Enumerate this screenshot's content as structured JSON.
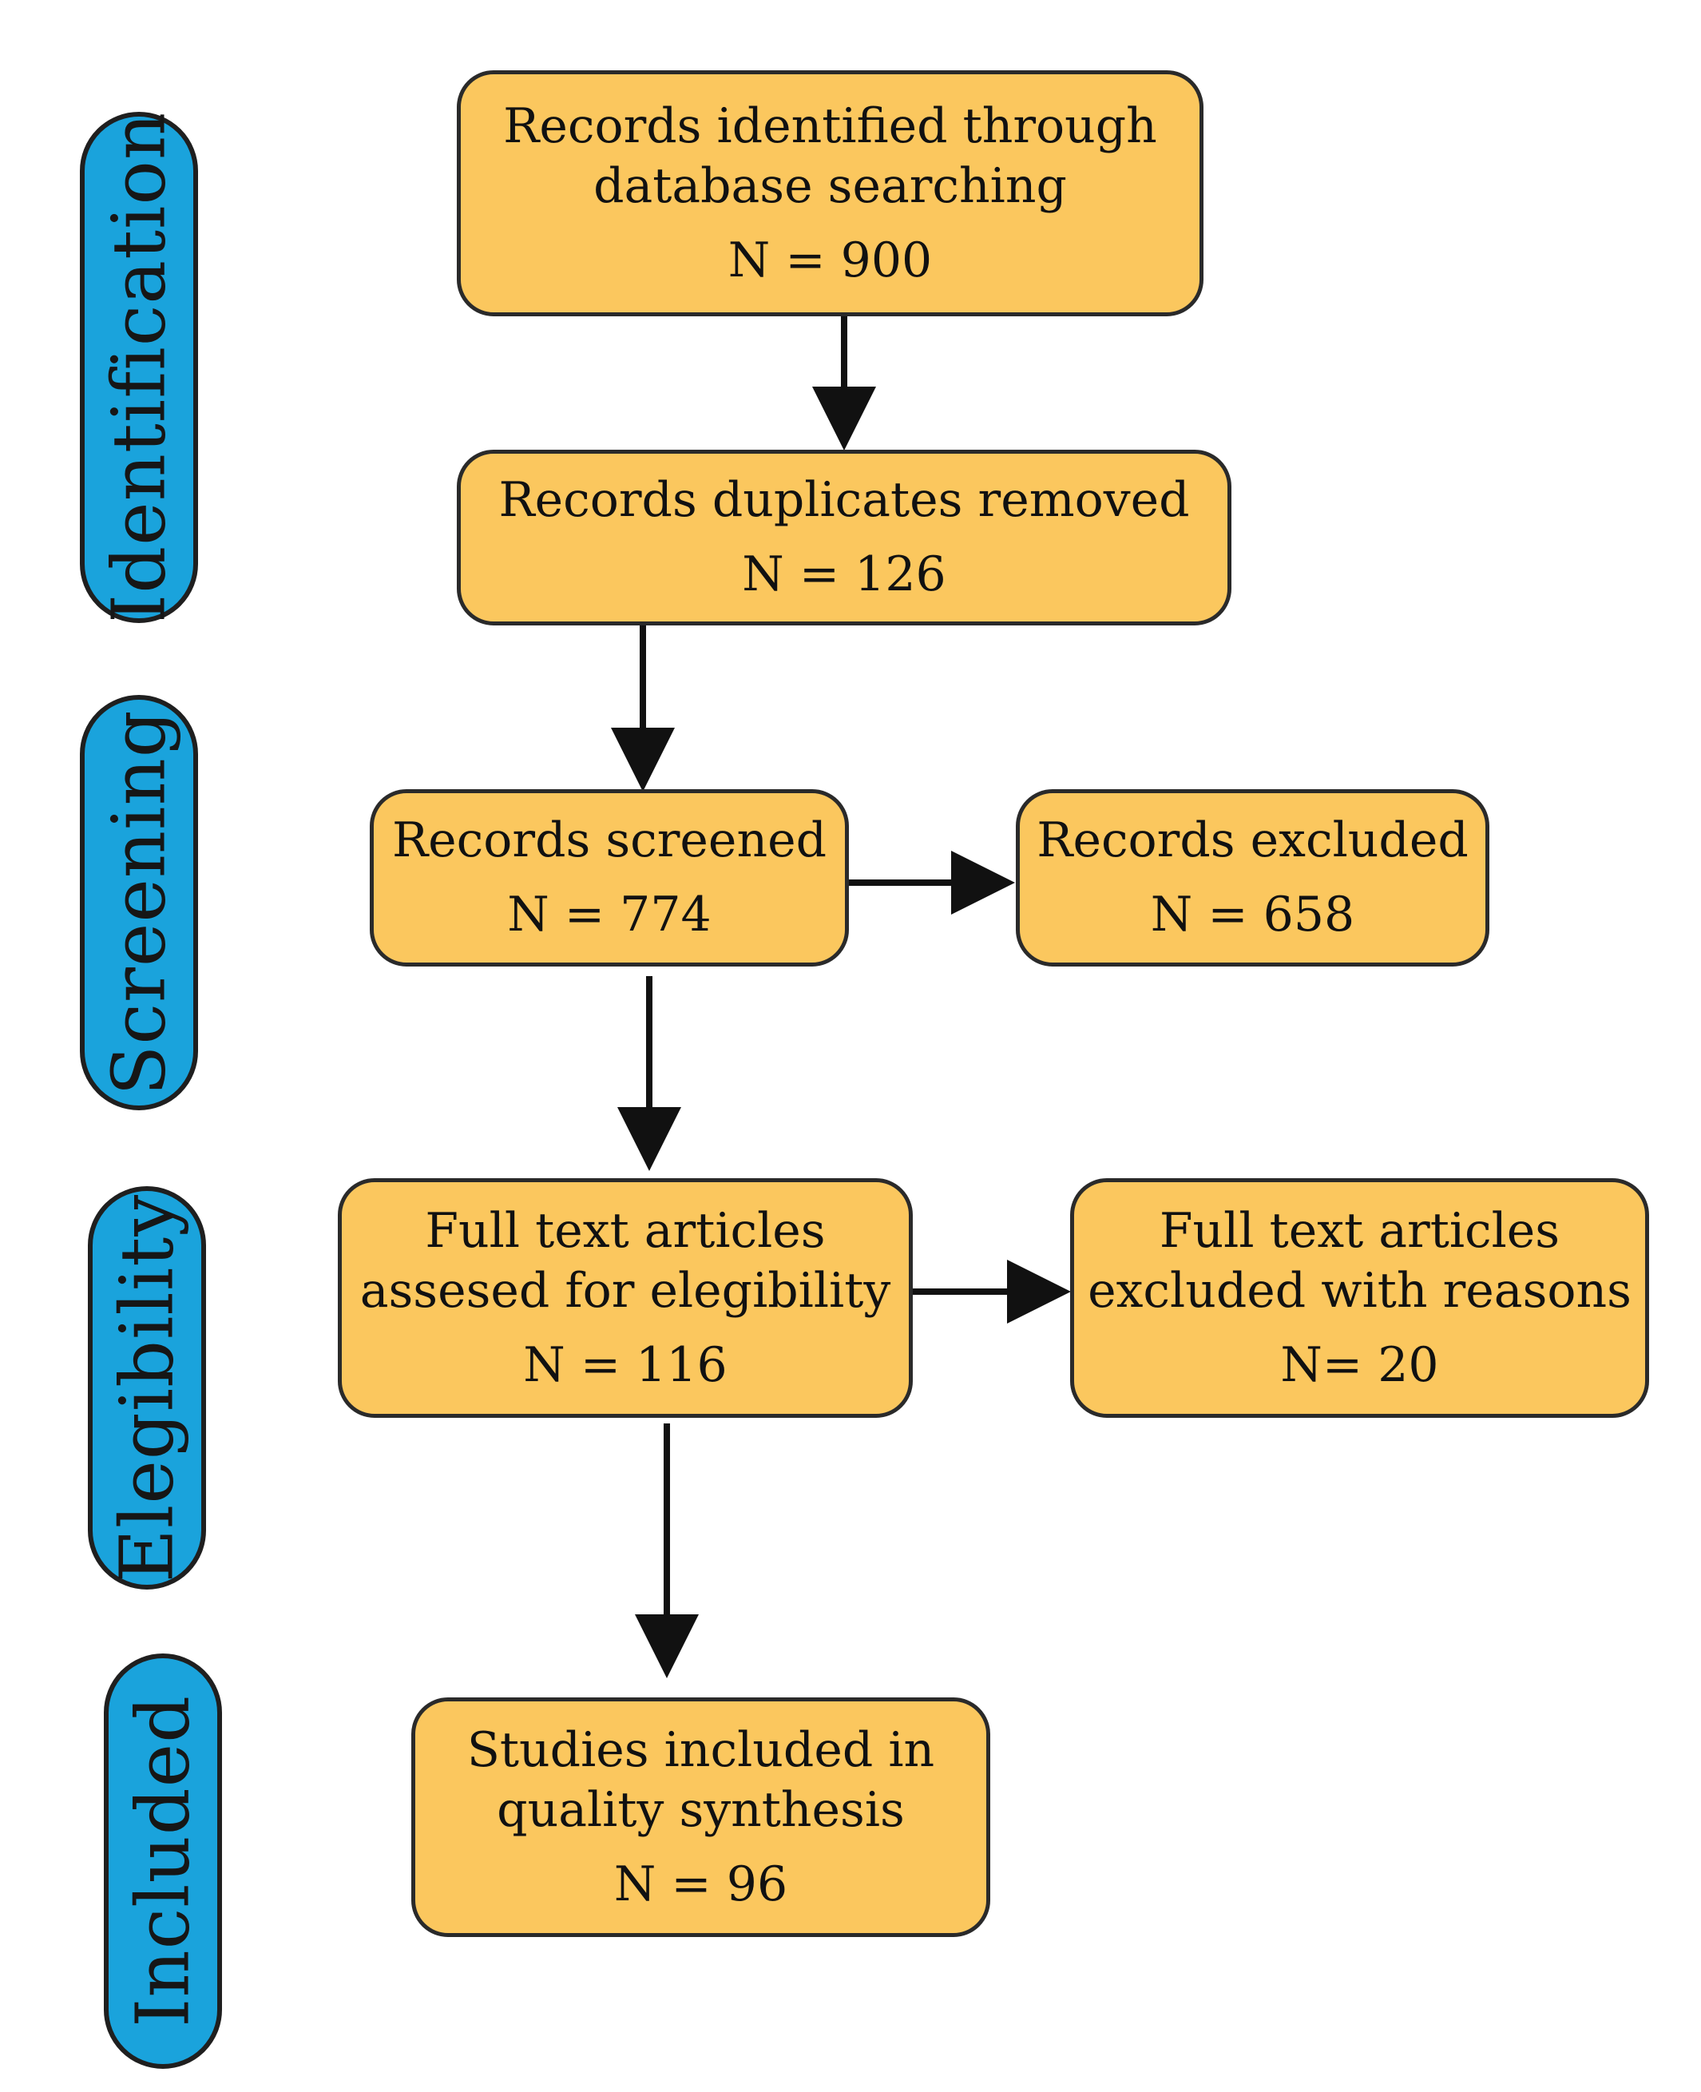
{
  "stages": {
    "identification": "Identification",
    "screening": "Screening",
    "elegibility": "Elegibility",
    "included": "Included"
  },
  "boxes": {
    "identified": {
      "line1": "Records identified through",
      "line2": "database searching",
      "count": "N = 900"
    },
    "duplicates": {
      "line1": "Records duplicates removed",
      "count": "N = 126"
    },
    "screened": {
      "line1": "Records screened",
      "count": "N = 774"
    },
    "excluded": {
      "line1": "Records excluded",
      "count": "N = 658"
    },
    "fulltext": {
      "line1": "Full text articles",
      "line2": "assesed for elegibility",
      "count": "N = 116"
    },
    "fulltext_excluded": {
      "line1": "Full text articles",
      "line2": "excluded with reasons",
      "count": "N= 20"
    },
    "included": {
      "line1": "Studies included in",
      "line2": "quality synthesis",
      "count": "N = 96"
    }
  },
  "colors": {
    "box_fill": "#fbc75e",
    "pill_fill": "#1aa3dc",
    "border": "#2a2a2a"
  }
}
